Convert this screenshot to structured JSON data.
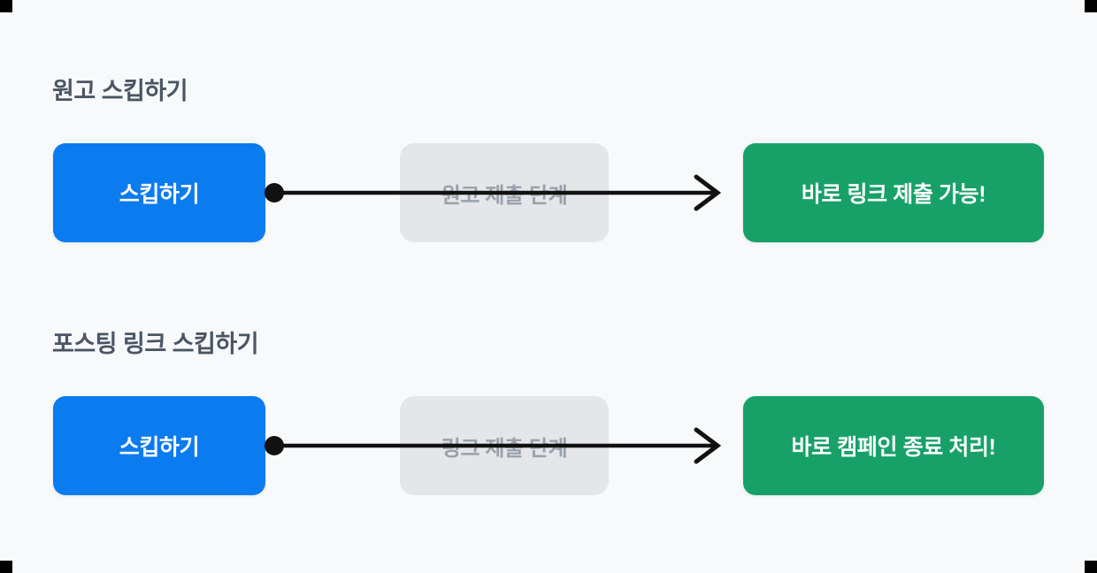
{
  "page": {
    "background_color": "#f7f9fb",
    "corner_marker_color": "#000000"
  },
  "theme": {
    "start_color": "#0b7bf0",
    "skipped_color": "#e4e6e9",
    "skipped_text_color": "#9aa1ab",
    "end_color": "#17a169",
    "connector_color": "#111111",
    "heading_color": "#4b5563"
  },
  "sections": [
    {
      "heading": "원고 스킵하기",
      "start": {
        "label": "스킵하기"
      },
      "skipped": {
        "label": "원고 제출 단계",
        "struck_through": true
      },
      "end": {
        "label": "바로 링크 제출 가능!"
      }
    },
    {
      "heading": "포스팅 링크 스킵하기",
      "start": {
        "label": "스킵하기"
      },
      "skipped": {
        "label": "링크 제출 단계",
        "struck_through": true
      },
      "end": {
        "label": "바로 캠페인 종료 처리!"
      }
    }
  ]
}
